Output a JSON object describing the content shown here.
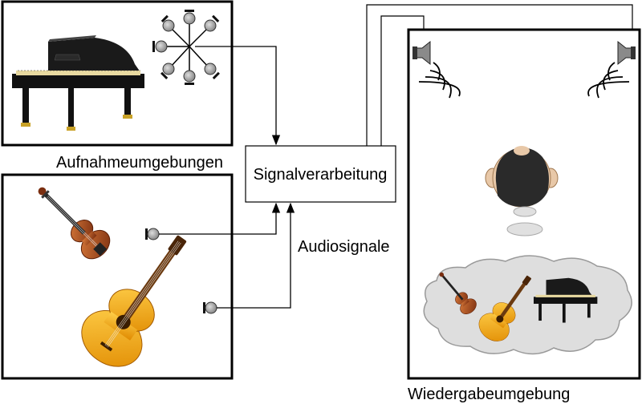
{
  "labels": {
    "recording_env": "Aufnahmeumgebungen",
    "signal_processing": "Signalverarbeitung",
    "audio_signals": "Audiosignale",
    "playback_env": "Wiedergabeumgebung"
  },
  "icons": {
    "piano": "grand-piano-icon",
    "mic_array": "microphone-array-icon",
    "violin": "violin-icon",
    "guitar": "acoustic-guitar-icon",
    "microphone": "microphone-icon",
    "speaker": "loudspeaker-icon",
    "listener": "listener-head-icon",
    "virtual_sources": "phantom-instruments-cloud"
  }
}
